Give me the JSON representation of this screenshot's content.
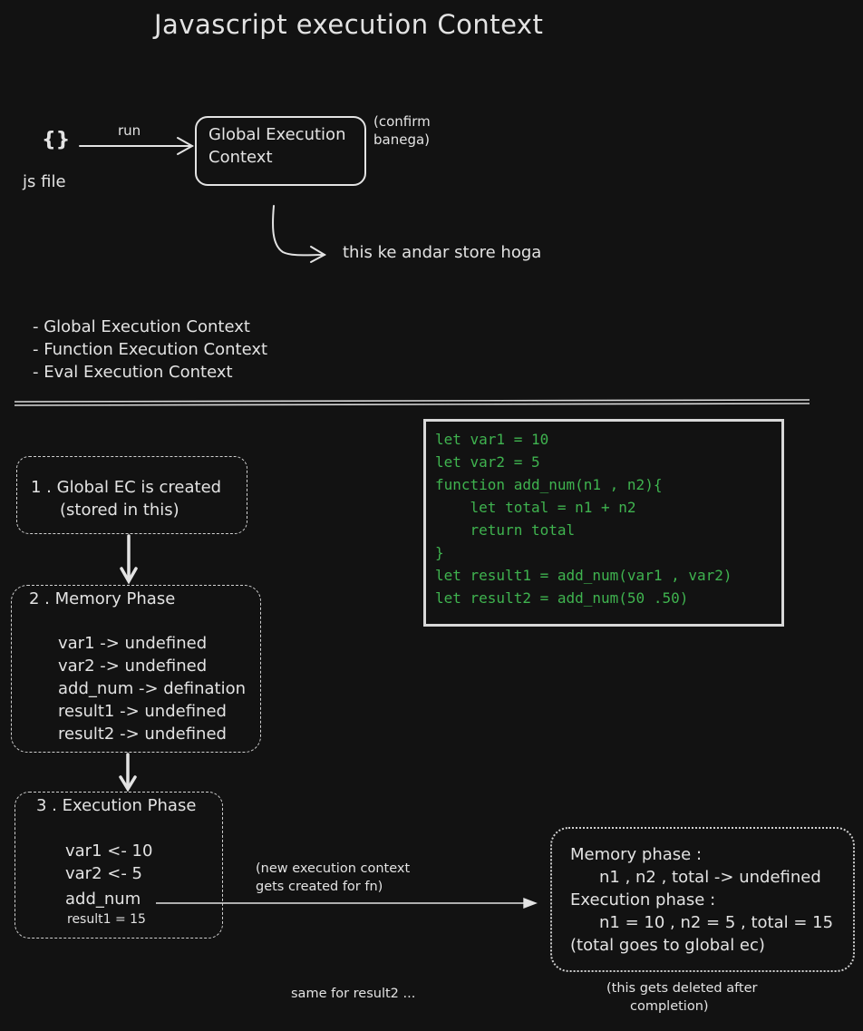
{
  "title": "Javascript execution Context",
  "top": {
    "file_icon": "{}",
    "file_label": "js file",
    "run_label": "run",
    "gec_box": [
      "Global Execution",
      "Context"
    ],
    "gec_note": [
      "(confirm",
      "banega)"
    ],
    "store_note": "this ke andar store hoga"
  },
  "types": [
    "- Global Execution Context",
    "- Function Execution Context",
    "- Eval Execution Context"
  ],
  "code": [
    "let var1 = 10",
    "let var2 = 5",
    "function add_num(n1 , n2){",
    "    let total = n1 + n2",
    "    return total",
    "}",
    "let result1 = add_num(var1 , var2)",
    "let result2 = add_num(50 .50)"
  ],
  "step1": {
    "line1": "1 . Global EC is created",
    "line2": "(stored in this)"
  },
  "step2": {
    "heading": "2 . Memory Phase",
    "items": [
      "var1 -> undefined",
      "var2 -> undefined",
      "add_num -> defination",
      "result1 -> undefined",
      "result2 -> undefined"
    ]
  },
  "step3": {
    "heading": "3 . Execution Phase",
    "items": [
      "var1 <- 10",
      "var2 <- 5",
      "add_num"
    ],
    "small_item": "result1 = 15"
  },
  "fn_note": [
    "(new execution context",
    "gets created for fn)"
  ],
  "fn_ec": {
    "mem_heading": "Memory phase :",
    "mem_line": "n1 , n2 , total -> undefined",
    "exec_heading": "Execution phase :",
    "exec_line": "n1 = 10 , n2 = 5 , total = 15",
    "result_line": "(total goes to global ec)"
  },
  "deleted_note": [
    "(this gets deleted after",
    "completion)"
  ],
  "same_note": "same for result2 ..."
}
